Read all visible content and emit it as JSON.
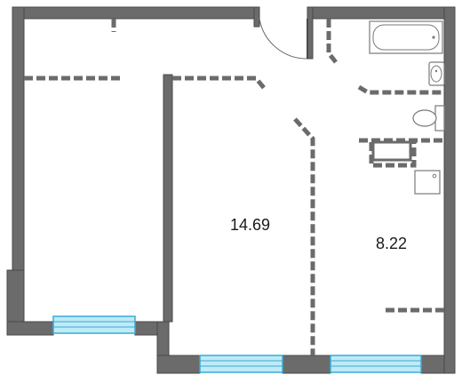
{
  "rooms": [
    {
      "id": "living-room",
      "area_label": "14.69"
    },
    {
      "id": "kitchen",
      "area_label": "8.22"
    }
  ],
  "colors": {
    "wall": "#6b6b6b",
    "wall_outline": "#4a4a4a",
    "partition_fill": "#6b6b6b",
    "window_fill": "#bfeaf7",
    "window_stroke": "#3aaad6",
    "fixture_stroke": "#7a7a7a",
    "background": "#ffffff"
  }
}
